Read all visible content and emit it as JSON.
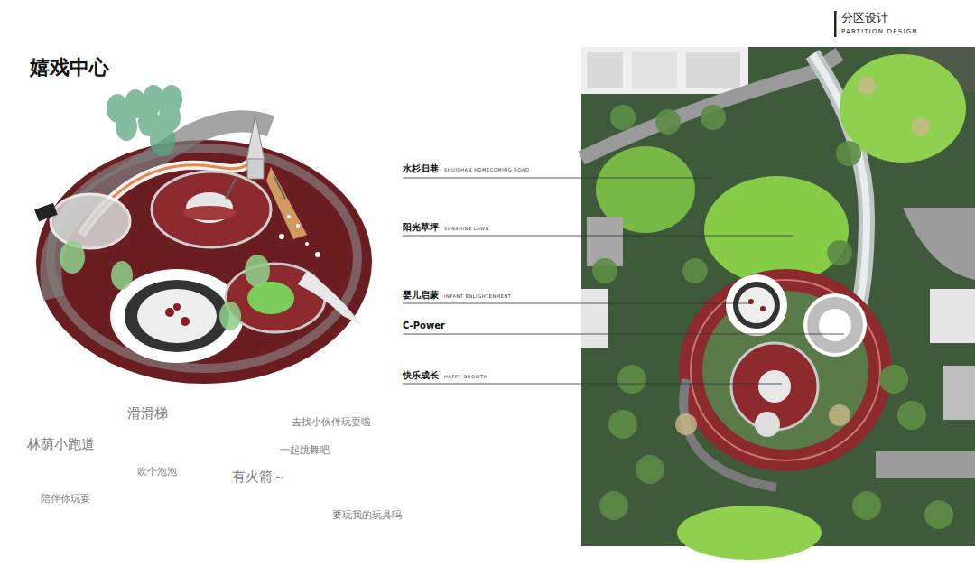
{
  "diagram": {
    "title": "嬉戏中心",
    "labels": [
      "分区设计",
      "PARTITION DESIGN",
      "水杉归巷",
      "SHUISHAN HOMECOMING ROAD",
      "阳光草坪",
      "SUNSHINE LAWN",
      "婴儿启蒙",
      "INFANT ENLIGHTENMENT",
      "C-Power",
      "快乐成长",
      "HAPPY GROWTH",
      "滑滑梯",
      "去找小伙伴玩耍啦",
      "林荫小跑道",
      "一起跳舞吧",
      "吹个泡泡",
      "有火箭～",
      "陪伴你玩耍",
      "要玩我的玩具吗"
    ]
  }
}
